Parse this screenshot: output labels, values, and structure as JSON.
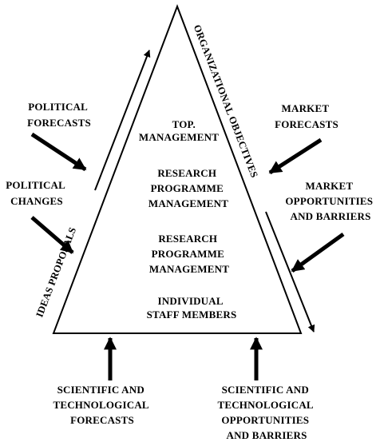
{
  "pyramid": {
    "levels": [
      {
        "lines": [
          "TOP.",
          "MANAGEMENT"
        ]
      },
      {
        "lines": [
          "RESEARCH",
          "PROGRAMME",
          "MANAGEMENT"
        ]
      },
      {
        "lines": [
          "RESEARCH",
          "PROGRAMME",
          "MANAGEMENT"
        ]
      },
      {
        "lines": [
          "INDIVIDUAL",
          "STAFF MEMBERS"
        ]
      }
    ],
    "left_side_label": "IDEAS PROPOSALS",
    "right_side_label": "ORGANIZATIONAL OBJECTIVES"
  },
  "inputs": {
    "political_forecasts": [
      "POLITICAL",
      "FORECASTS"
    ],
    "political_changes": [
      "POLITICAL",
      "CHANGES"
    ],
    "market_forecasts": [
      "MARKET",
      "FORECASTS"
    ],
    "market_opportunities": [
      "MARKET",
      "OPPORTUNITIES",
      "AND BARRIERS"
    ],
    "sci_tech_forecasts": [
      "SCIENTIFIC AND",
      "TECHNOLOGICAL",
      "FORECASTS"
    ],
    "sci_tech_opportunities": [
      "SCIENTIFIC AND",
      "TECHNOLOGICAL",
      "OPPORTUNITIES",
      "AND BARRIERS"
    ]
  }
}
